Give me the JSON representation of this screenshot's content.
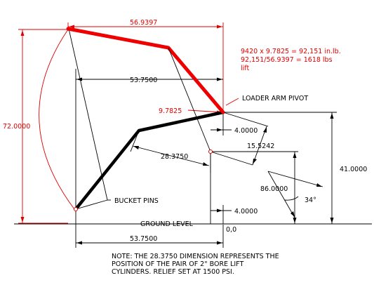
{
  "dimensions": {
    "top_width": "56.9397",
    "upper_horizontal": "53.7500",
    "bottom_width": "53.7500",
    "total_height": "72.0000",
    "pivot_offset": "9.7825",
    "pivot_right_offset": "4.0000",
    "diagonal_span": "15.5242",
    "cylinder_position": "28.3750",
    "pivot_height": "41.0000",
    "cylinder_length": "86.0000",
    "ground_right_offset": "4.0000",
    "angle": "34°"
  },
  "callouts": {
    "loader_arm_pivot": "LOADER ARM PIVOT",
    "bucket_pins": "BUCKET PINS",
    "ground_level": "GROUND LEVEL",
    "origin": "0,0"
  },
  "calculation": {
    "line1": "9420 x 9.7825 = 92,151 in.lb.",
    "line2": "92,151/56.9397 = 1618 lbs",
    "line3": "lift"
  },
  "note": {
    "line1": "NOTE:  THE 28.3750 DIMENSION REPRESENTS THE",
    "line2": "POSITION OF THE PAIR OF 2\" BORE LIFT",
    "line3": "CYLINDERS.  RELIEF SET AT 1500 PSI."
  },
  "colors": {
    "arm_red": "#ee0000",
    "dimension_red": "#e00000",
    "linkage_black": "#000000"
  }
}
